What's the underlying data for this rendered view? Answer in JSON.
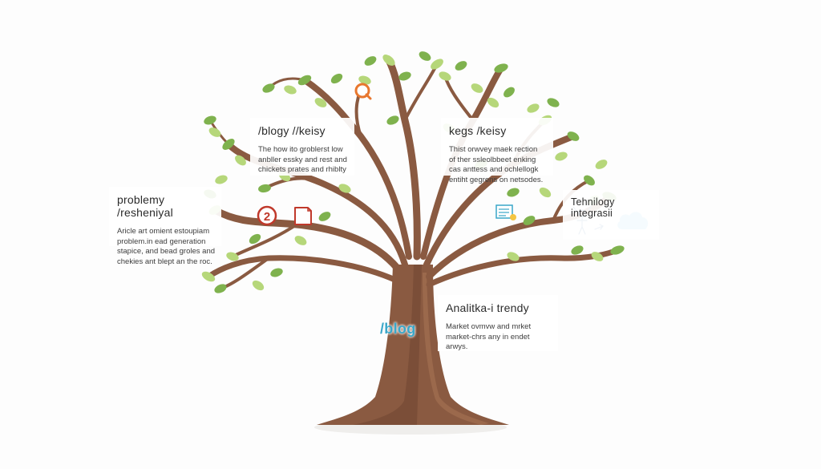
{
  "trunk_label": "/blog",
  "cards": {
    "blogy": {
      "title": "/blogy //keisy",
      "lines": [
        "The how ito groblerst low",
        "anbller essky and rest and",
        "chickets prates and rhiblty"
      ]
    },
    "kegs": {
      "title": "kegs /keisy",
      "lines": [
        "Thist orwvey maek rection",
        "of ther ssleolbbeet enking",
        "cas anttess and ochlellogk",
        "entiht gegrens on netsodes."
      ]
    },
    "problemy": {
      "title": "problemy /resheniyal",
      "lines": [
        "Aricle art omient estoupiam",
        "problem.in ead generation",
        "stapice, and bead groles and",
        "chekies ant blept an the roc."
      ]
    },
    "analitika": {
      "title": "Analitka-i trendy",
      "lines": [
        "Market ovmvw and mrket",
        "market-chrs any in endet",
        "arwys."
      ]
    },
    "tech": {
      "title": "Tehnilogy integrasii"
    }
  },
  "icons": {
    "search": "search-icon",
    "number_badge": "2",
    "document": "document-icon",
    "checklist": "checklist-icon",
    "person": "person-sketch-icon",
    "cloud": "cloud-icon"
  },
  "colors": {
    "trunk": "#8a5a41",
    "trunk_shadow": "#6f4532",
    "leaf_light": "#b6d77a",
    "leaf_dark": "#7fb24e",
    "accent_orange": "#e8772e",
    "accent_red": "#c0392b",
    "accent_blue": "#3aa7c9",
    "cloud": "#7fc6ea"
  }
}
